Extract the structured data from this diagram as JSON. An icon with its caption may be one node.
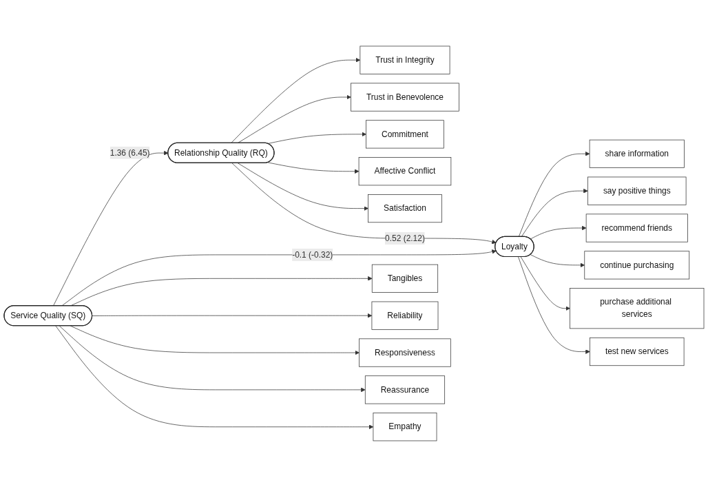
{
  "diagram": {
    "nodes": [
      {
        "text": [
          "Relationship Quality (RQ)"
        ]
      },
      {
        "text": [
          "Trust in Integrity"
        ]
      },
      {
        "text": [
          "Trust in Benevolence"
        ]
      },
      {
        "text": [
          "Commitment"
        ]
      },
      {
        "text": [
          "Affective Conflict"
        ]
      },
      {
        "text": [
          "Satisfaction"
        ]
      },
      {
        "text": [
          "Loyalty"
        ]
      },
      {
        "text": [
          "share information"
        ]
      },
      {
        "text": [
          "say positive things"
        ]
      },
      {
        "text": [
          "recommend friends"
        ]
      },
      {
        "text": [
          "continue purchasing"
        ]
      },
      {
        "text": [
          "purchase additional services"
        ]
      },
      {
        "text": [
          "test new services"
        ]
      },
      {
        "text": [
          "Service Quality (SQ)"
        ]
      },
      {
        "text": [
          "Tangibles"
        ]
      },
      {
        "text": [
          "Reliability"
        ]
      },
      {
        "text": [
          "Responsiveness"
        ]
      },
      {
        "text": [
          "Reassurance"
        ]
      },
      {
        "text": [
          "Empathy"
        ]
      }
    ],
    "edges": [
      {
        "from": 0,
        "to": 1,
        "arrow": "to"
      },
      {
        "from": 0,
        "to": 2,
        "arrow": "to"
      },
      {
        "from": 0,
        "to": 3,
        "arrow": "to"
      },
      {
        "from": 0,
        "to": 4,
        "arrow": "to"
      },
      {
        "from": 0,
        "to": 5,
        "arrow": "to"
      },
      {
        "from": 0,
        "to": 6,
        "arrow": "to",
        "label": "0.52 (2.12)"
      },
      {
        "from": 13,
        "to": 0,
        "arrow": "to",
        "label": "1.36 (6.45)"
      },
      {
        "from": 13,
        "to": 6,
        "arrow": "to",
        "label": "-0.1 (-0.32)"
      },
      {
        "from": 6,
        "to": 7,
        "arrow": "to"
      },
      {
        "from": 6,
        "to": 8,
        "arrow": "to"
      },
      {
        "from": 6,
        "to": 9,
        "arrow": "to"
      },
      {
        "from": 6,
        "to": 10,
        "arrow": "to"
      },
      {
        "from": 6,
        "to": 11,
        "arrow": "to"
      },
      {
        "from": 6,
        "to": 12,
        "arrow": "to"
      },
      {
        "from": 13,
        "to": 14,
        "arrow": "to"
      },
      {
        "from": 13,
        "to": 15,
        "arrow": "to"
      },
      {
        "from": 13,
        "to": 16,
        "arrow": "to"
      },
      {
        "from": 13,
        "to": 17,
        "arrow": "to"
      },
      {
        "from": 13,
        "to": 18,
        "arrow": "to"
      }
    ]
  }
}
